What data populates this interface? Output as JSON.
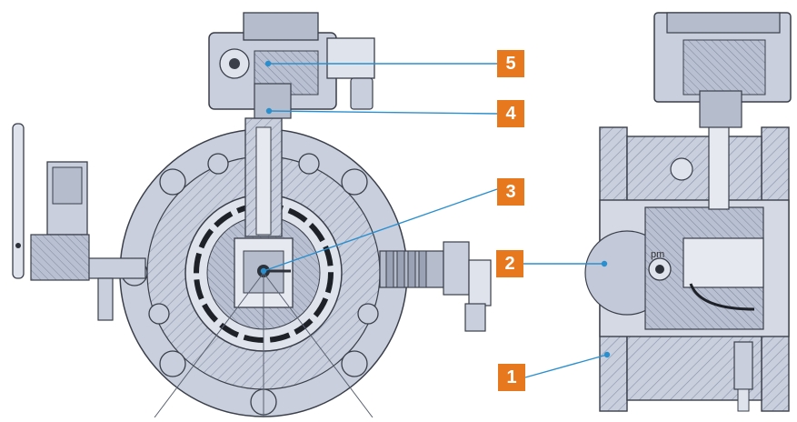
{
  "diagram": {
    "colors": {
      "body_fill": "#c9cfdd",
      "body_dark": "#aeb6c8",
      "hatch": "#8a93a8",
      "outline": "#3a3f4a",
      "callout_box": "#e8781e",
      "callout_line": "#2a8fcf"
    },
    "callouts": [
      {
        "label": "5",
        "part": "head-unit"
      },
      {
        "label": "4",
        "part": "stem-connection"
      },
      {
        "label": "3",
        "part": "measuring-element"
      },
      {
        "label": "2",
        "part": "housing-chamber"
      },
      {
        "label": "1",
        "part": "flange-body"
      }
    ],
    "side_view_text": "pm"
  }
}
